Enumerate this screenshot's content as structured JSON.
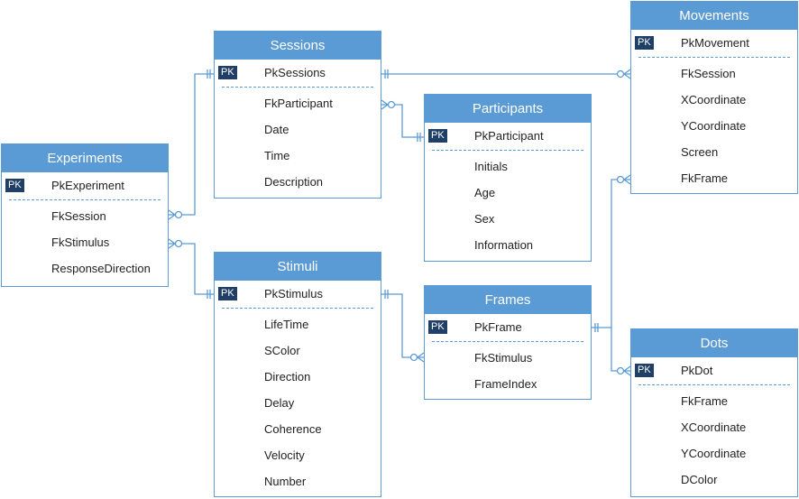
{
  "diagram": {
    "entities": {
      "experiments": {
        "title": "Experiments",
        "pk": {
          "badge": "PK",
          "name": "PkExperiment"
        },
        "fields": [
          "FkSession",
          "FkStimulus",
          "ResponseDirection"
        ]
      },
      "sessions": {
        "title": "Sessions",
        "pk": {
          "badge": "PK",
          "name": "PkSessions"
        },
        "fields": [
          "FkParticipant",
          "Date",
          "Time",
          "Description"
        ]
      },
      "participants": {
        "title": "Participants",
        "pk": {
          "badge": "PK",
          "name": "PkParticipant"
        },
        "fields": [
          "Initials",
          "Age",
          "Sex",
          "Information"
        ]
      },
      "movements": {
        "title": "Movements",
        "pk": {
          "badge": "PK",
          "name": "PkMovement"
        },
        "fields": [
          "FkSession",
          "XCoordinate",
          "YCoordinate",
          "Screen",
          "FkFrame"
        ]
      },
      "stimuli": {
        "title": "Stimuli",
        "pk": {
          "badge": "PK",
          "name": "PkStimulus"
        },
        "fields": [
          "LifeTime",
          "SColor",
          "Direction",
          "Delay",
          "Coherence",
          "Velocity",
          "Number"
        ]
      },
      "frames": {
        "title": "Frames",
        "pk": {
          "badge": "PK",
          "name": "PkFrame"
        },
        "fields": [
          "FkStimulus",
          "FrameIndex"
        ]
      },
      "dots": {
        "title": "Dots",
        "pk": {
          "badge": "PK",
          "name": "PkDot"
        },
        "fields": [
          "FkFrame",
          "XCoordinate",
          "YCoordinate",
          "DColor"
        ]
      }
    },
    "colors": {
      "header": "#5b9bd5",
      "line": "#5b9bd5",
      "badge": "#1f3f66"
    }
  }
}
